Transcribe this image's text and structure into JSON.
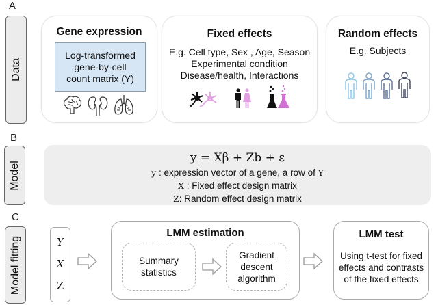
{
  "panels": {
    "a": {
      "letter": "A",
      "side_label": "Data",
      "gene_expression": {
        "title": "Gene expression",
        "matrix_lines": [
          "Log-transformed",
          "gene-by-cell",
          "count matrix (Y)"
        ],
        "icons": [
          "brain-icon",
          "kidney-icon",
          "lungs-icon"
        ]
      },
      "fixed_effects": {
        "title": "Fixed effects",
        "lines": [
          "E.g. Cell type, Sex , Age, Season",
          "Experimental condition",
          "Disease/health, Interactions"
        ],
        "icons": [
          "neuron-icon",
          "male-female-icon",
          "flask-icon"
        ],
        "accent_color": "#d98ad9"
      },
      "random_effects": {
        "title": "Random effects",
        "subtitle": "E.g. Subjects",
        "icons": [
          "person-icon",
          "person-icon",
          "person-icon",
          "person-icon"
        ]
      }
    },
    "b": {
      "letter": "B",
      "side_label": "Model",
      "equation": "y = Xβ + Zb + ε",
      "lines": [
        {
          "sym": "y",
          "text": " : expression vector of a gene, a row of ",
          "sym2": "Y"
        },
        {
          "sym": "X",
          "text": " : Fixed effect design matrix",
          "sym2": ""
        },
        {
          "sym": "Z",
          "text": ": Random effect design matrix",
          "sym2": ""
        }
      ]
    },
    "c": {
      "letter": "C",
      "side_label": "Model fitting",
      "inputs": [
        "Y",
        "X",
        "Z"
      ],
      "estimation": {
        "title": "LMM estimation",
        "step1": [
          "Summary",
          "statistics"
        ],
        "step2": [
          "Gradient",
          "descent",
          "algorithm"
        ]
      },
      "test": {
        "title": "LMM test",
        "lines": [
          "Using t-test for fixed",
          "effects and contrasts",
          "of the fixed effects"
        ]
      }
    }
  }
}
